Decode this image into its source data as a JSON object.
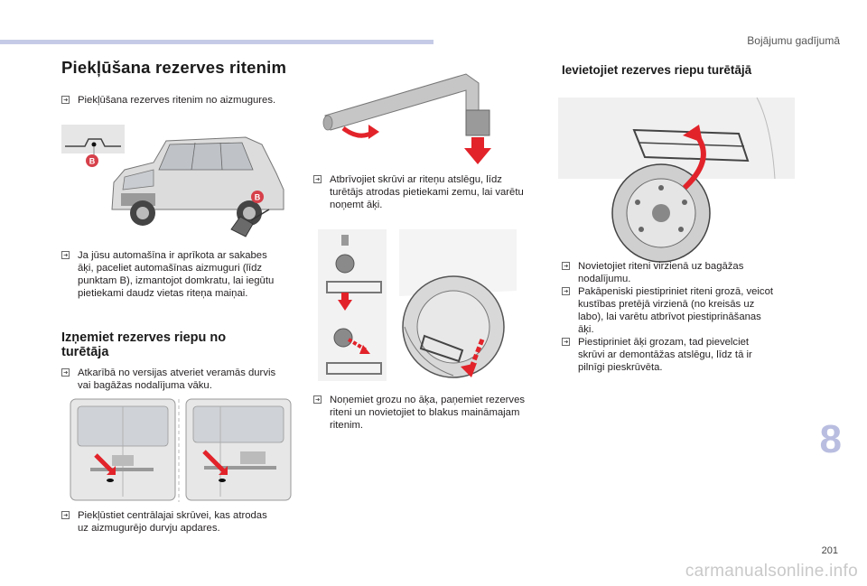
{
  "header": {
    "chapter_title": "Bojājumu gadījumā"
  },
  "section1": {
    "title": "Piekļūšana rezerves ritenim",
    "bullet1": "Piekļūšana rezerves ritenim no aizmugures.",
    "bullet2_lines": [
      "Ja jūsu automašīna ir aprīkota ar sakabes",
      "āķi, paceliet automašīnas aizmuguri (līdz",
      "punktam B), izmantojot domkratu, lai iegūtu",
      "pietiekami daudz vietas riteņa maiņai."
    ],
    "marker_b": "B"
  },
  "section2": {
    "title_lines": [
      "Izņemiet rezerves riepu no",
      "turētāja"
    ],
    "bullet1_lines": [
      "Atkarībā no versijas atveriet veramās durvis",
      "vai bagāžas nodalījuma vāku."
    ],
    "bullet2_lines": [
      "Piekļūstiet centrālajai skrūvei, kas atrodas",
      "uz aizmugurējo durvju apdares."
    ]
  },
  "section_middle": {
    "bullet1_lines": [
      "Atbrīvojiet skrūvi ar riteņu atslēgu, līdz",
      "turētājs atrodas pietiekami zemu, lai varētu",
      "noņemt āķi."
    ],
    "bullet2_lines": [
      "Noņemiet grozu no āķa, paņemiet rezerves",
      "riteni un novietojiet to blakus maināmajam",
      "ritenim."
    ]
  },
  "section3": {
    "title": "Ievietojiet rezerves riepu turētājā",
    "bullet1_lines": [
      "Novietojiet riteni virzienā uz bagāžas",
      "nodalījumu."
    ],
    "bullet2_lines": [
      "Pakāpeniski piestipriniet riteni grozā, veicot",
      "kustības pretējā virzienā (no kreisās uz",
      "labo), lai varētu atbrīvot piestiprināšanas",
      "āķi."
    ],
    "bullet3_lines": [
      "Piestipriniet āķi grozam, tad pievelciet",
      "skrūvi ar demontāžas atslēgu, līdz tā ir",
      "pilnīgi pieskrūvēta."
    ]
  },
  "footer": {
    "chapter_number": "8",
    "page_number": "201",
    "watermark": "carmanualsonline.info"
  },
  "colors": {
    "accent_bar": "#c5cbe6",
    "arrow_red": "#e2232a",
    "chapter_number": "#b9bee0"
  }
}
